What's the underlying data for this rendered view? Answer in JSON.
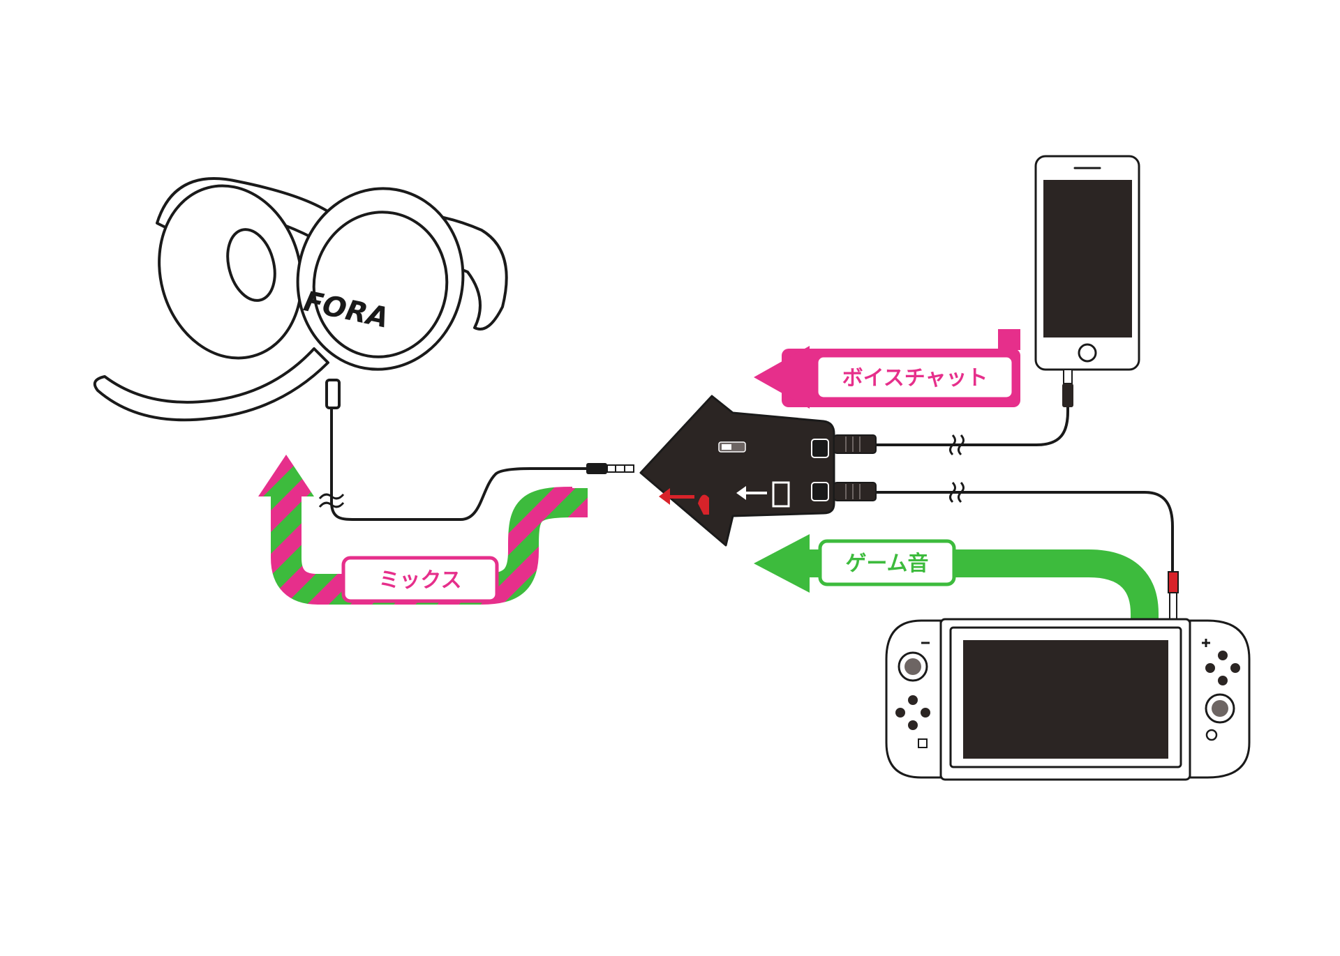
{
  "labels": {
    "voice_chat": "ボイスチャット",
    "game_audio": "ゲーム音",
    "mix": "ミックス"
  },
  "headset_logo": "FORA",
  "colors": {
    "voice_pink": "#e62f8b",
    "game_green": "#3dbb3d",
    "line": "#1a1a1a",
    "device_fill": "#2b2523",
    "plug_red": "#d8232a"
  },
  "icons": {
    "headset": "headset-icon",
    "smartphone": "smartphone-icon",
    "game_console": "game-console-icon",
    "mixer": "audio-mixer-icon"
  }
}
